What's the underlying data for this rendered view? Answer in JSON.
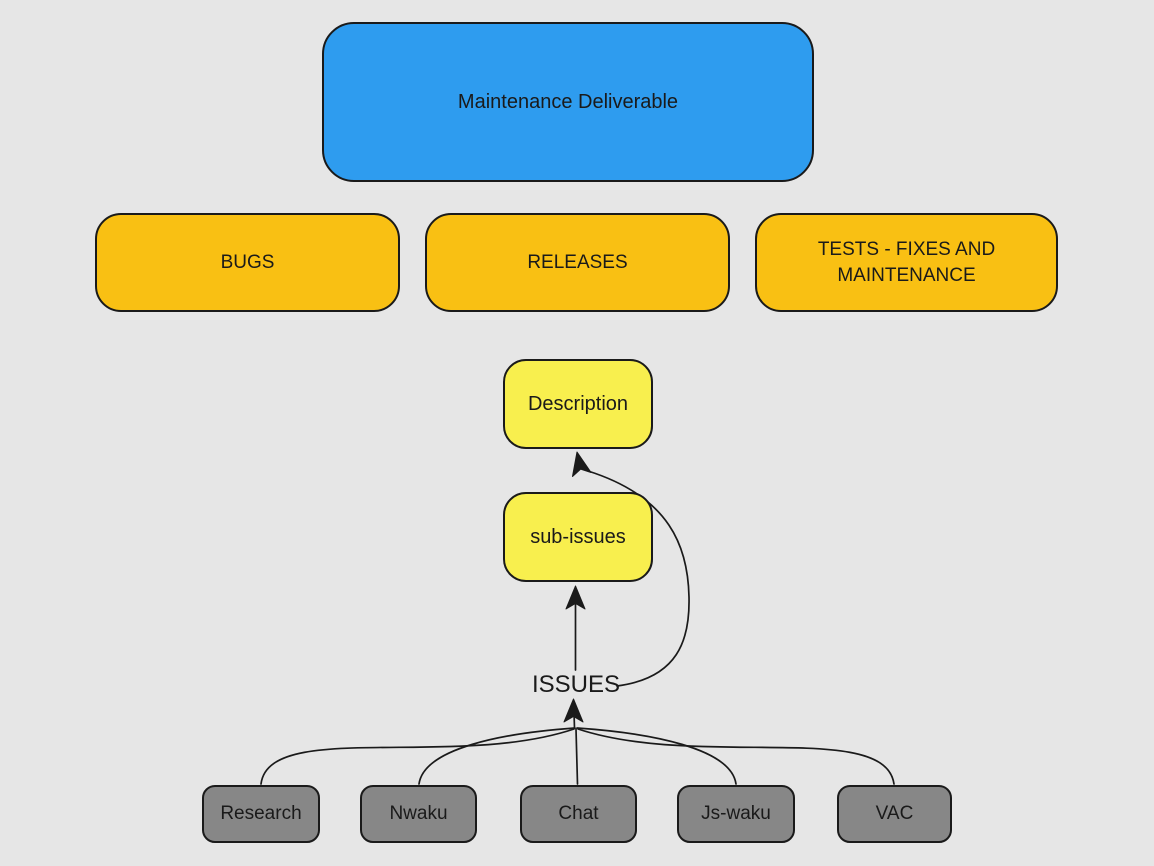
{
  "diagram": {
    "background_color": "#e6e6e6",
    "line_color": "#1a1a1a",
    "nodes": {
      "root": {
        "label": "Maintenance Deliverable",
        "fill": "#2e9cef"
      },
      "categories": [
        {
          "label": "BUGS",
          "fill": "#f9c013"
        },
        {
          "label": "RELEASES",
          "fill": "#f9c013"
        },
        {
          "label": "TESTS - FIXES AND MAINTENANCE",
          "fill": "#f9c013"
        }
      ],
      "issue_details": [
        {
          "label": "Description",
          "fill": "#f8ef4e"
        },
        {
          "label": "sub-issues",
          "fill": "#f8ef4e"
        }
      ],
      "issues_label": "ISSUES",
      "sources": [
        {
          "label": "Research",
          "fill": "#878787"
        },
        {
          "label": "Nwaku",
          "fill": "#878787"
        },
        {
          "label": "Chat",
          "fill": "#878787"
        },
        {
          "label": "Js-waku",
          "fill": "#878787"
        },
        {
          "label": "VAC",
          "fill": "#878787"
        }
      ]
    },
    "edges": [
      {
        "from": "Research",
        "to": "ISSUES",
        "arrow": "shared-arrowhead-into-ISSUES"
      },
      {
        "from": "Nwaku",
        "to": "ISSUES",
        "arrow": "shared-arrowhead-into-ISSUES"
      },
      {
        "from": "Chat",
        "to": "ISSUES",
        "arrow": "shared-arrowhead-into-ISSUES"
      },
      {
        "from": "Js-waku",
        "to": "ISSUES",
        "arrow": "shared-arrowhead-into-ISSUES"
      },
      {
        "from": "VAC",
        "to": "ISSUES",
        "arrow": "shared-arrowhead-into-ISSUES"
      },
      {
        "from": "ISSUES",
        "to": "sub-issues",
        "arrow": "arrowhead-up"
      },
      {
        "from": "ISSUES",
        "to": "Description",
        "arrow": "arrowhead-up",
        "shape": "curved-right"
      }
    ]
  }
}
